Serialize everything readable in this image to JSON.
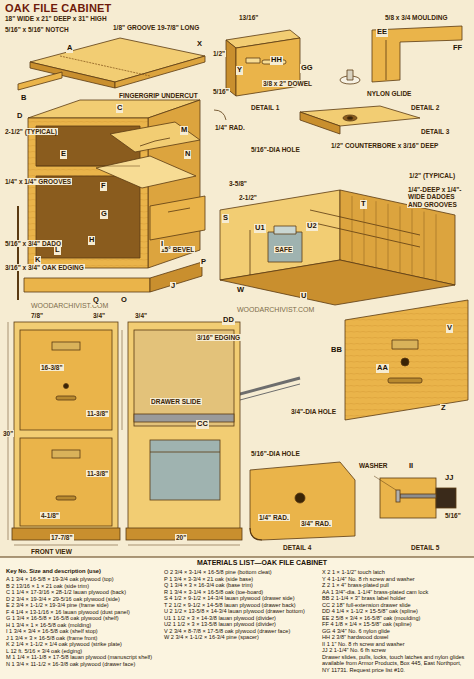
{
  "diagram": {
    "title": "OAK FILE CABINET",
    "labels": [
      "18\" WIDE x 21\" DEEP x 31\" HIGH",
      "5/16\" x 5/16\" NOTCH",
      "1/8\" GROOVE 19-7/8\" LONG",
      "13/16\"",
      "5/8 x 3/4 MOULDING",
      "EE",
      "FF",
      "1/2\"",
      "5/16\"",
      "3/8 x 2\" DOWEL",
      "NYLON GLIDE",
      "DETAIL 1",
      "DETAIL 2",
      "2-1/2\" (TYPICAL)",
      "1/4\" x 1/4\" GROOVES",
      "FINGERGRIP UNDERCUT",
      "15° BEVEL",
      "1/4\" RAD.",
      "5/16\"-DIA HOLE",
      "1/2\" COUNTERBORE x 3/16\" DEEP",
      "DETAIL 3",
      "5/16\" x 3/4\" DADO",
      "3/16\" x 3/4\" OAK EDGING",
      "WOODARCHIVIST.COM",
      "WOODARCHIVIST.COM",
      "3-5/8\"",
      "2-1/2\"",
      "1/2\" (TYPICAL)",
      "1/4\"-DEEP x 1/4\"-WIDE DADOES AND GROOVES",
      "SAFE",
      "3/4\"-DIA HOLE",
      "FRONT VIEW",
      "7/8\"",
      "3/4\"",
      "16-3/8\"",
      "11-3/8\"",
      "11-3/8\"",
      "30\"",
      "4-1/8\"",
      "17-7/8\"",
      "DRAWER SLIDE",
      "3/16\" EDGING",
      "20\"",
      "3/4\"",
      "5/16\"-DIA HOLE",
      "DETAIL 4",
      "DETAIL 5",
      "1/4\" RAD.",
      "3/4\" RAD.",
      "WASHER",
      "5/16\"",
      "A",
      "B",
      "C",
      "D",
      "E",
      "F",
      "G",
      "H",
      "I",
      "J",
      "K",
      "L",
      "M",
      "N",
      "O",
      "P",
      "Q",
      "S",
      "T",
      "U",
      "U1",
      "U2",
      "V",
      "W",
      "X",
      "Y",
      "Z",
      "AA",
      "BB",
      "CC",
      "DD",
      "GG",
      "HH",
      "II",
      "JJ",
      "MATERIALS LIST—OAK FILE CABINET",
      "Key No. Size and description (use)",
      "A 1 3/4 × 16-5/8 × 19-3/4 oak plywood (top)",
      "B 2 13/16 × 1 × 21 oak (side trim)",
      "C 1 1/4 × 17-3/16 × 28-1/2 lauan plywood (back)",
      "D 2 3/4 × 19-3/4 × 29-5/16 oak plywood (side)",
      "E 2 3/4 × 1-1/2 × 19-3/4 pine (frame side)",
      "F 4 1/4 × 13-1/16 × 16 lauan plywood (dust panel)",
      "G 1 3/4 × 16-5/8 × 16-5/8 oak plywood (shelf)",
      "H 1 3/4 × 1 × 16-5/8 oak (molding)",
      "I 1 3/4 × 3/4 × 16-5/8 oak (shelf stop)",
      "J 1 3/4 × 3 × 16-5/8 oak (frame front)",
      "K 2 1/4 × 1-1/2 × 1/4 oak plywood (strike plate)",
      "L 12 ft. 5/16 × 3/4 oak (edging)",
      "M 1 1/4 × 11-1/8 × 17-5/8 lauan plywood (manuscript shelf)",
      "N 1 3/4 × 11-1/2 × 16-3/8 oak plywood (drawer face)",
      "O 2 3/4 × 3-1/4 × 16-5/8 pine (bottom cleat)",
      "P 1 3/4 × 3-3/4 × 21 oak (side base)",
      "Q 1 3/4 × 3 × 16-3/4 oak (base trim)",
      "R 1 3/4 × 3-1/4 × 16-5/8 oak (toe-board)",
      "S 4 1/2 × 9-1/2 × 14-3/4 lauan plywood (drawer side)",
      "T 2 1/2 × 9-1/2 × 14-5/8 lauan plywood (drawer back)",
      "U 2 1/2 × 13-5/8 × 14-3/4 lauan plywood (drawer bottom)",
      "U1 1 1/2 × 3 × 14-3/8 lauan plywood (divider)",
      "U2 1 1/2 × 3 × 13-5/8 lauan plywood (divider)",
      "V 2 3/4 × 8-7/8 × 17-5/8 oak plywood (drawer face)",
      "W 2 3/4 × 1-1/2 × 16-3/4 pine (spacer)",
      "X 2 1 × 1-1/2\" touch latch",
      "Y 4 1-1/4\" No. 8 rh screw and washer",
      "Z 2 1 × 4\" brass-plated pull",
      "AA 1 3/4\"-dia. 1-1/4\" brass-plated cam lock",
      "BB 2 1-1/4 × 3\" brass label holder",
      "CC 2 18\" full-extension drawer slide",
      "DD 4 1/4 × 1-1/2 × 15-5/8\" oak (spline)",
      "EE 2 5/8 × 3/4 × 16-5/8\" oak (moulding)",
      "FF 4 1/8 × 1/4 × 15-5/8\" oak (spline)",
      "GG 4 3/4\" No. 6 nylon glide",
      "HH 2 3/8\" hardwood dowel",
      "II 1 1\" No. 8 rh screw and washer",
      "JJ 2 1-1/4\" No. 6 fh screw",
      "Drawer slides, pulls, locks, touch latches and nylon glides available from Armor Products, Box 445, East Northport, NY 11731. Request price list #10."
    ]
  }
}
